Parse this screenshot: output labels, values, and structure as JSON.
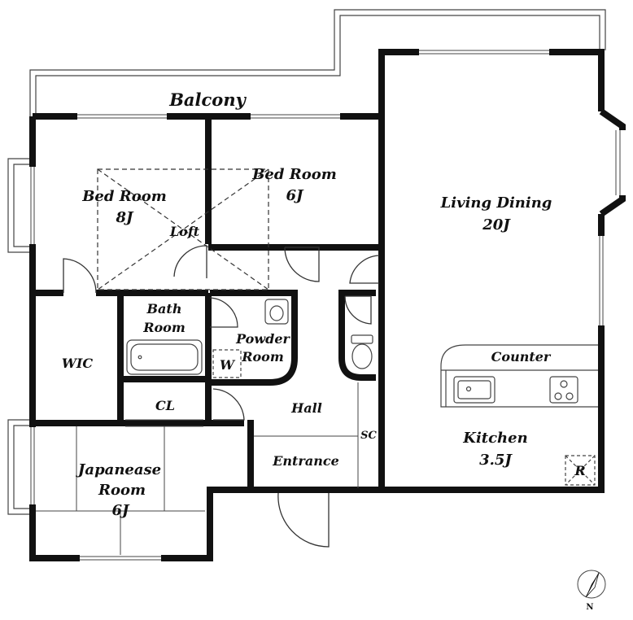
{
  "plan": {
    "balcony": "Balcony",
    "rooms": {
      "bedroom1": {
        "name": "Bed Room",
        "size": "8J"
      },
      "bedroom2": {
        "name": "Bed Room",
        "size": "6J"
      },
      "living": {
        "name": "Living Dining",
        "size": "20J"
      },
      "loft": "Loft",
      "wic": "WIC",
      "bath": {
        "line1": "Bath",
        "line2": "Room"
      },
      "powder": {
        "line1": "Powder",
        "line2": "Room"
      },
      "washer": "W",
      "hall": "Hall",
      "closet": "CL",
      "shoe_cabinet": "SC",
      "entrance": "Entrance",
      "counter": "Counter",
      "kitchen": {
        "name": "Kitchen",
        "size": "3.5J"
      },
      "fridge": "R",
      "japanese": {
        "line1": "Japanease",
        "line2": "Room",
        "size": "6J"
      }
    },
    "compass": "N"
  }
}
